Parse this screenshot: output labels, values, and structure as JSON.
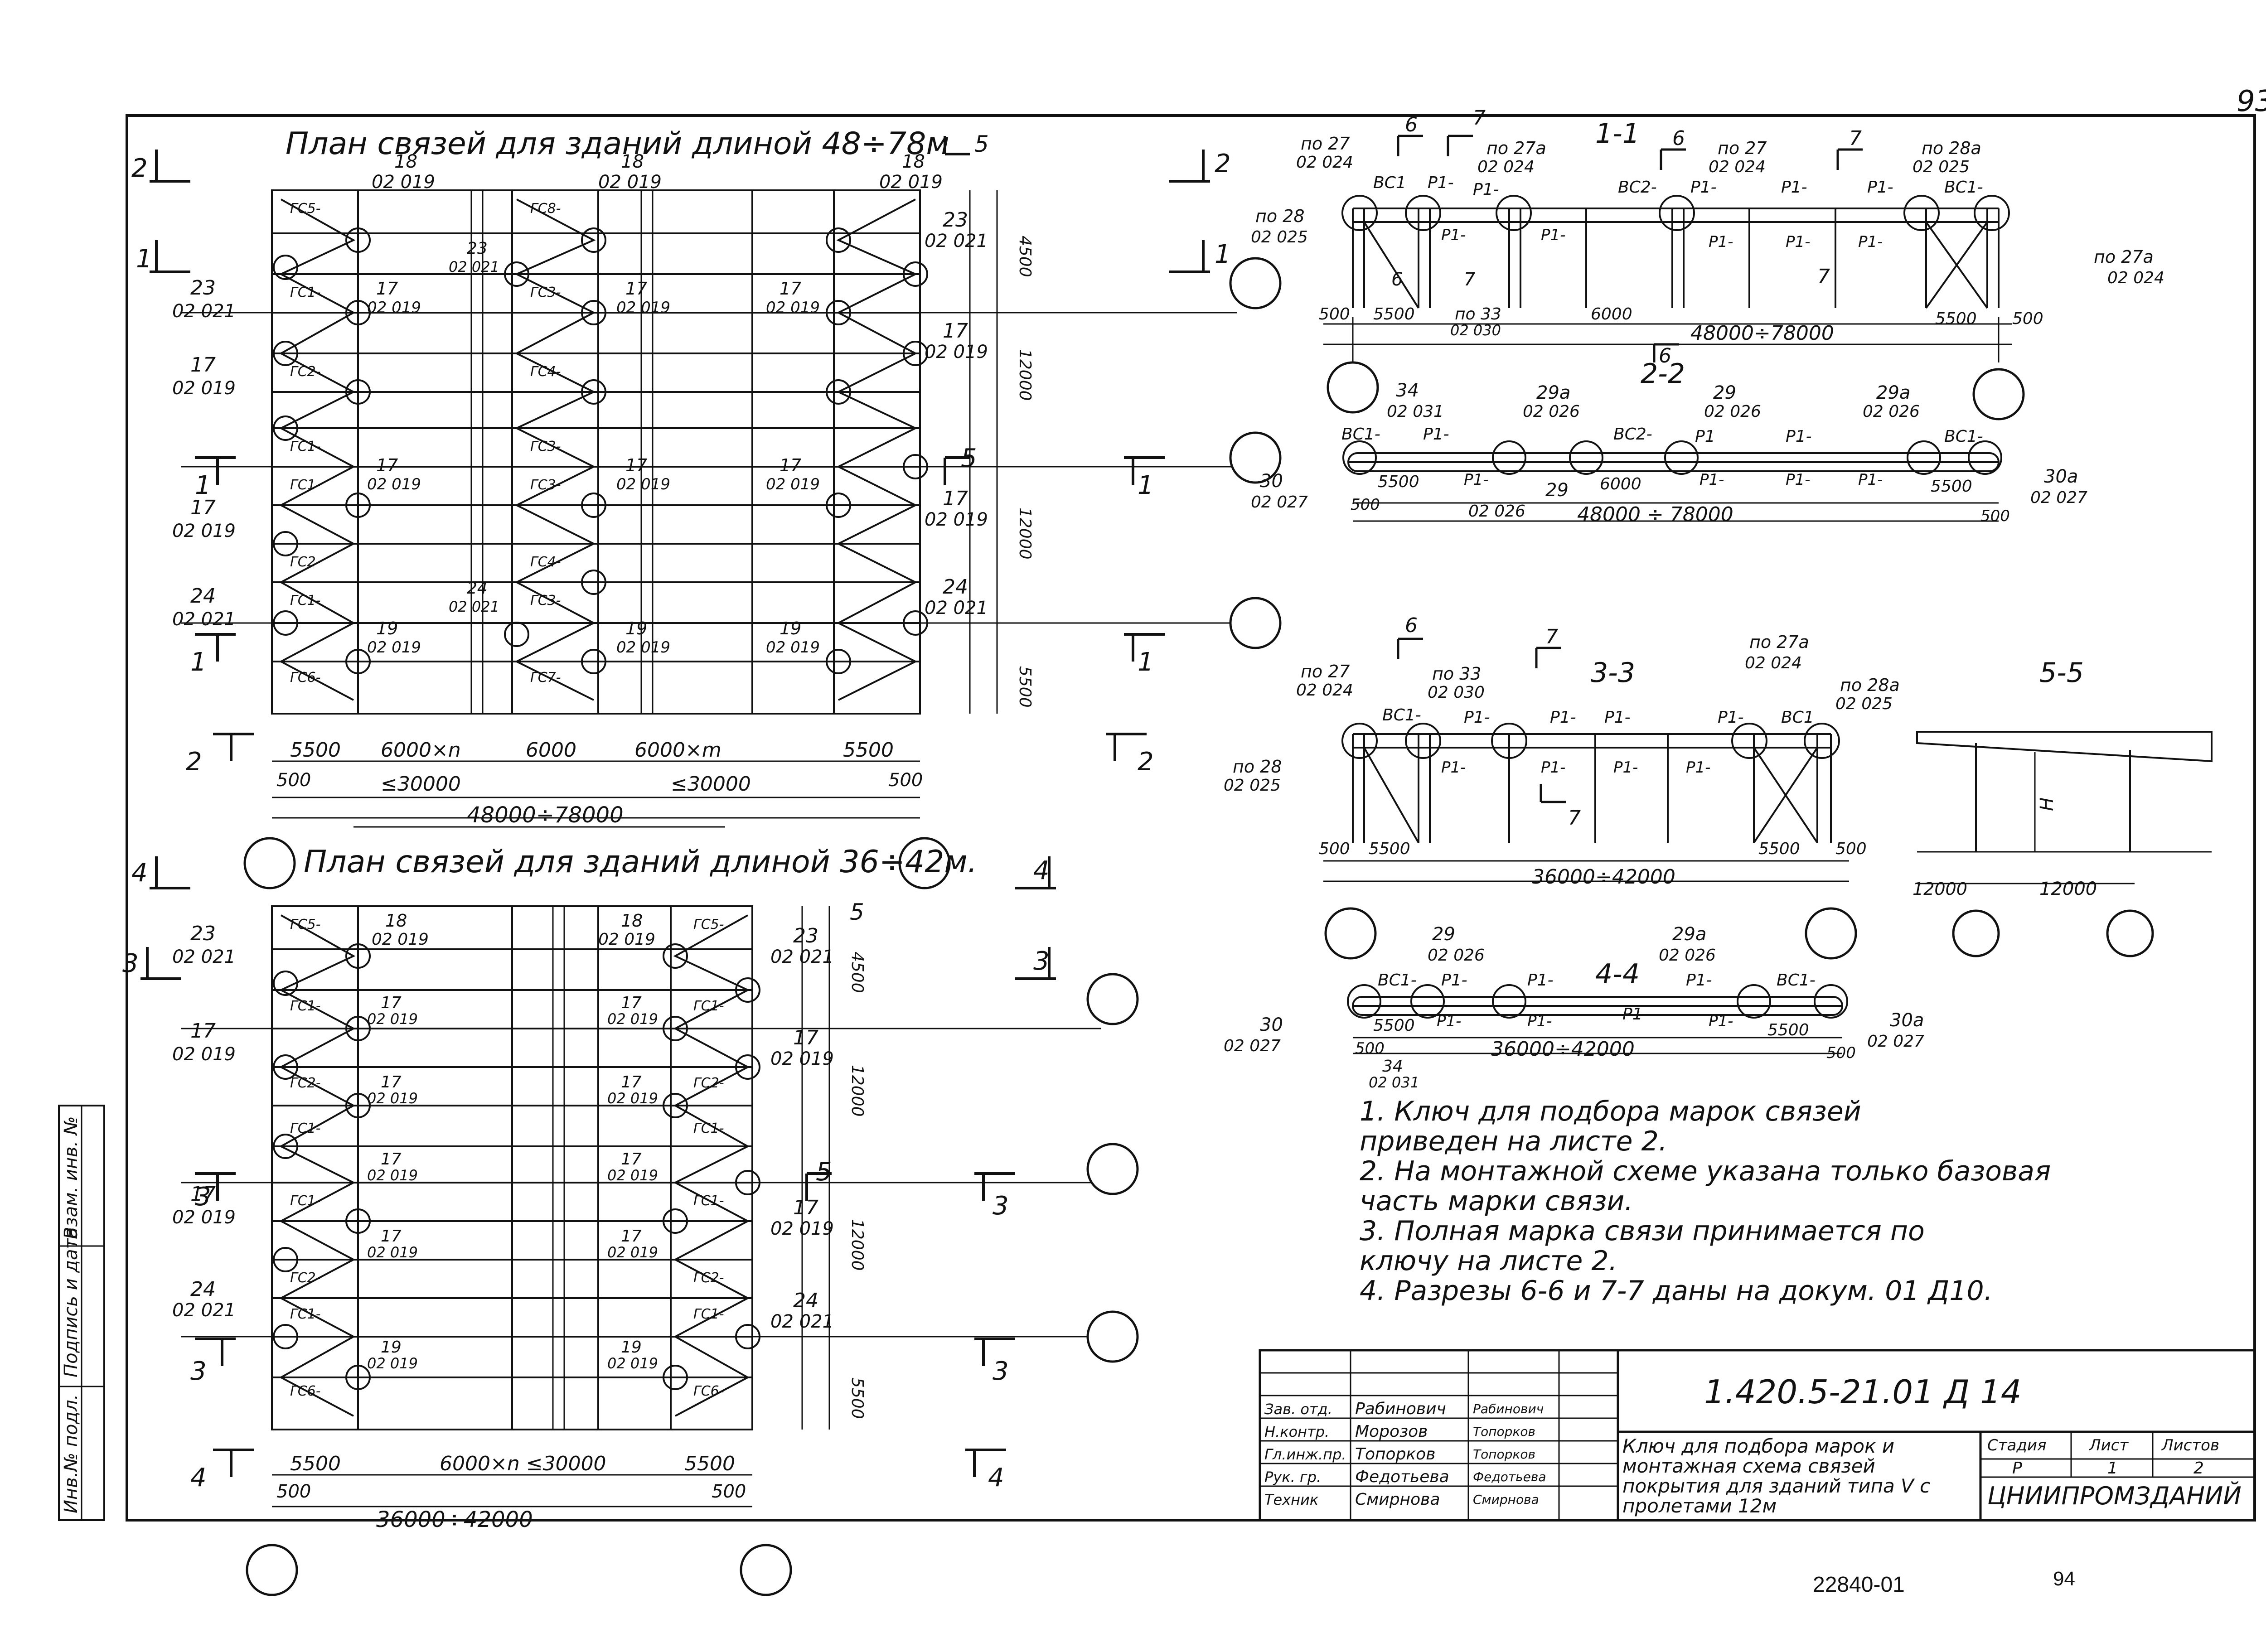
{
  "page": {
    "corner_number": "93",
    "bottom_code": "22840-01",
    "bottom_page": "94"
  },
  "plans": {
    "plan1_title": "План связей для зданий длиной 48÷78м",
    "plan2_title": "План связей для зданий длиной 36÷42м.",
    "dims1": [
      "5500",
      "6000×n",
      "6000",
      "6000×m",
      "5500"
    ],
    "dims1_sub": [
      "500",
      "≤30000",
      "≤30000",
      "500"
    ],
    "total1": "48000÷78000",
    "dims2": [
      "5500",
      "6000×n ≤30000",
      "5500"
    ],
    "dims2_sub": [
      "500",
      "500"
    ],
    "total2": "36000÷42000",
    "right_dims1": [
      "4500",
      "12000",
      "12000",
      "5500"
    ],
    "right_dims2": [
      "4500",
      "12000",
      "12000",
      "5500"
    ],
    "cuts1": [
      "2",
      "1",
      "1",
      "2"
    ],
    "cuts2": [
      "4",
      "3",
      "3",
      "4"
    ],
    "cut5": "5",
    "marks_left1": [
      {
        "n": "23",
        "c": "02 021"
      },
      {
        "n": "17",
        "c": "02 019"
      },
      {
        "n": "17",
        "c": "02 019"
      },
      {
        "n": "24",
        "c": "02 021"
      }
    ],
    "marks_right1": [
      {
        "n": "23",
        "c": "02 021"
      },
      {
        "n": "17",
        "c": "02 019"
      },
      {
        "n": "17",
        "c": "02 019"
      },
      {
        "n": "24",
        "c": "02 021"
      }
    ],
    "marks_top1": [
      {
        "n": "18",
        "c": "02 019"
      },
      {
        "n": "18",
        "c": "02 019"
      },
      {
        "n": "18",
        "c": "02 019"
      }
    ],
    "inner_marks": [
      "17",
      "02 019",
      "19",
      "02 019",
      "23",
      "02 021",
      "24",
      "02 021"
    ],
    "rows1": [
      "ГС5-",
      "ГС1-",
      "ГС2-",
      "ГС1-",
      "ГС1-",
      "ГС2-",
      "ГС1-",
      "ГС6-"
    ],
    "rows_mid": [
      "ГС8-",
      "ГС3-",
      "ГС4-",
      "ГС3-",
      "ГС3-",
      "ГС4-",
      "ГС3-",
      "ГС7-"
    ]
  },
  "sections": {
    "s11": {
      "title": "1-1",
      "labels_top": [
        "по 27",
        "02 024",
        "по 27а",
        "02 024",
        "по 27",
        "02 024",
        "по 28а",
        "02 025"
      ],
      "labels_left": [
        "по 28",
        "02 025"
      ],
      "labels_right": [
        "по 27а",
        "02 024"
      ],
      "labels_bottom": [
        "по 33",
        "02 030"
      ],
      "elems": [
        "ВС1",
        "Р1-",
        "Р1-",
        "ВС2-",
        "Р1-",
        "Р1-",
        "Р1-",
        "ВС1-"
      ],
      "dims": [
        "500",
        "5500",
        "6000",
        "5500",
        "500"
      ],
      "total": "48000÷78000",
      "cuts": [
        "6",
        "7",
        "6",
        "7"
      ]
    },
    "s22": {
      "title": "2-2",
      "labels": [
        "34",
        "02 031",
        "29а",
        "02 026",
        "29",
        "02 026",
        "29а",
        "02 026",
        "29",
        "02 026"
      ],
      "left": [
        "30",
        "02 027"
      ],
      "right": [
        "30а",
        "02 027"
      ],
      "elems": [
        "ВС1-",
        "Р1-",
        "ВС2-",
        "Р1",
        "Р1-",
        "ВС1-"
      ],
      "dims": [
        "500",
        "5500",
        "6000",
        "5500",
        "500"
      ],
      "total": "48000 ÷ 78000"
    },
    "s33": {
      "title": "3-3",
      "labels_top": [
        "по 27",
        "02 024",
        "по 33",
        "02 030",
        "по 27а",
        "02 024",
        "по 28а",
        "02 025"
      ],
      "labels_left": [
        "по 28",
        "02 025"
      ],
      "elems": [
        "ВС1-",
        "Р1-",
        "Р1-",
        "Р1-",
        "Р1-",
        "ВС1"
      ],
      "dims": [
        "500",
        "5500",
        "5500",
        "500"
      ],
      "total": "36000÷42000",
      "cuts": [
        "6",
        "7",
        "7"
      ]
    },
    "s44": {
      "title": "4-4",
      "labels": [
        "29",
        "02 026",
        "29а",
        "02 026",
        "34",
        "02 031"
      ],
      "left": [
        "30",
        "02 027"
      ],
      "right": [
        "30а",
        "02 027"
      ],
      "elems": [
        "ВС1-",
        "Р1-",
        "Р1-",
        "Р1-",
        "Р1-",
        "ВС1-"
      ],
      "dims": [
        "5500",
        "500",
        "5500",
        "500"
      ],
      "total": "36000÷42000"
    },
    "s55": {
      "title": "5-5",
      "h": "H",
      "dims": [
        "12000",
        "12000"
      ]
    }
  },
  "notes": [
    "1. Ключ для подбора марок связей приведен на листе 2.",
    "2. На монтажной схеме указана только базовая часть марки связи.",
    "3. Полная марка связи принимается по ключу на листе 2.",
    "4. Разрезы 6-6 и 7-7 даны на докум. 01 Д10."
  ],
  "stamp": {
    "doc_code": "1.420.5-21.01 Д 14",
    "roles": [
      "Зав. отд.",
      "Н.контр.",
      "Гл.инж.пр.",
      "Рук. гр.",
      "Техник"
    ],
    "names": [
      "Рабинович",
      "Морозов",
      "Топорков",
      "Федотьева",
      "Смирнова"
    ],
    "signatures": [
      "Рабинович",
      "Топорков",
      "Топорков",
      "Федотьева",
      "Смирнова"
    ],
    "title": "Ключ для подбора марок и монтажная схема связей покрытия для зданий типа V с пролетами 12м",
    "stage_h": "Стадия",
    "sheet_h": "Лист",
    "sheets_h": "Листов",
    "stage": "Р",
    "sheet": "1",
    "sheets": "2",
    "org": "ЦНИИПРОМЗДАНИЙ"
  },
  "side_stamp": [
    "Инв.№ подл.",
    "Подпись и дата",
    "Взам. инв. №"
  ]
}
